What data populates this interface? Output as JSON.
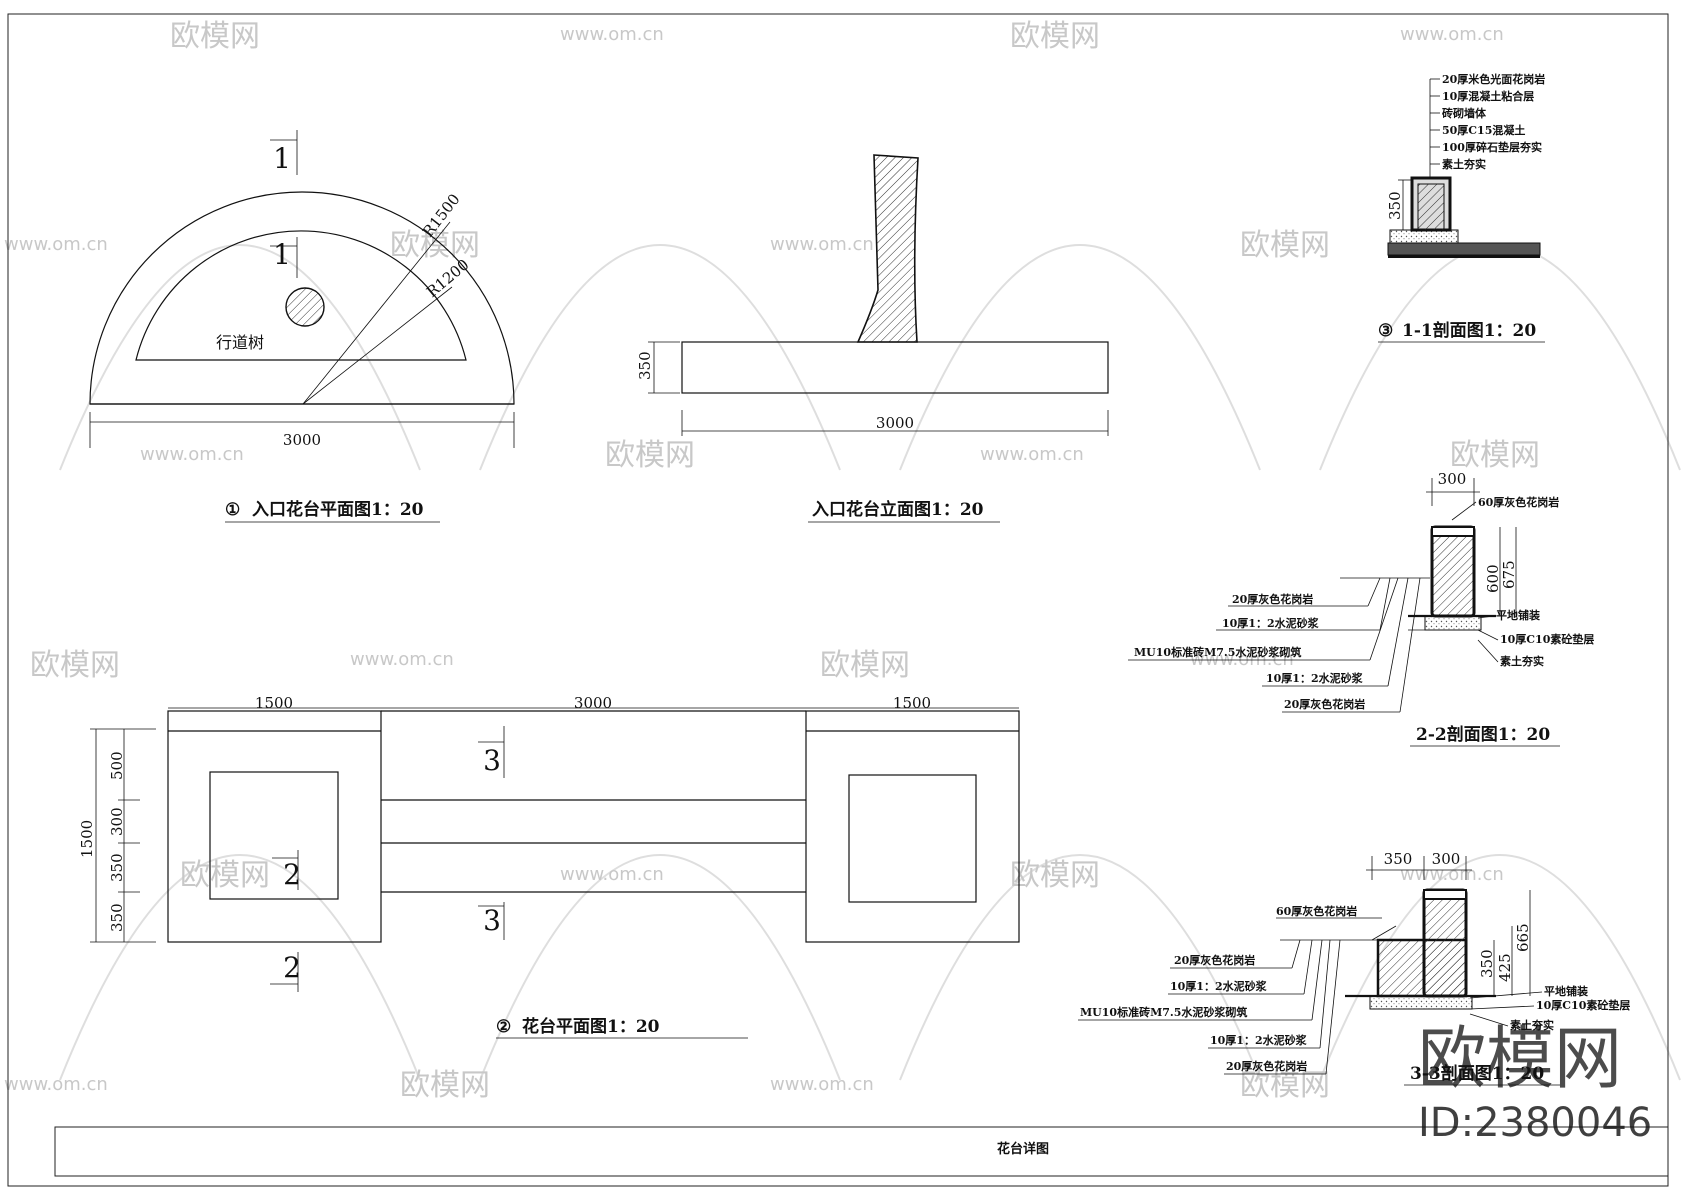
{
  "sheet_title": "花台详图",
  "watermark": {
    "brand": "欧模网",
    "url": "www.om.cn",
    "corner_brand": "欧模网",
    "corner_id": "ID:2380046"
  },
  "plan1": {
    "title": "入口花台平面图1：20",
    "circle_num": "①",
    "section_mark": "1",
    "r_outer": "R1500",
    "r_inner": "R1200",
    "tree_label": "行道树",
    "width": "3000"
  },
  "elevation": {
    "title": "入口花台立面图1：20",
    "height": "350",
    "width": "3000"
  },
  "section11": {
    "title": "1-1剖面图1：20",
    "circle_num": "③",
    "height": "350",
    "layers": [
      "20厚米色光面花岗岩",
      "10厚混凝土粘合层",
      "砖砌墙体",
      "50厚C15混凝土",
      "100厚碎石垫层夯实",
      "素土夯实"
    ]
  },
  "section22": {
    "title": "2-2剖面图1：20",
    "top_dim": "300",
    "dims_right": [
      "600",
      "675"
    ],
    "cap": "60厚灰色花岗岩",
    "left_notes": [
      "20厚灰色花岗岩",
      "10厚1：2水泥砂浆",
      "MU10标准砖M7.5水泥砂浆砌筑",
      "10厚1：2水泥砂浆",
      "20厚灰色花岗岩"
    ],
    "right_notes": [
      "平地铺装",
      "10厚C10素砼垫层",
      "素土夯实"
    ]
  },
  "section33": {
    "title": "3-3剖面图1：20",
    "top_dims": [
      "350",
      "300"
    ],
    "dims_right": [
      "350",
      "425",
      "665"
    ],
    "cap": "60厚灰色花岗岩",
    "left_notes": [
      "20厚灰色花岗岩",
      "10厚1：2水泥砂浆",
      "MU10标准砖M7.5水泥砂浆砌筑",
      "10厚1：2水泥砂浆",
      "20厚灰色花岗岩"
    ],
    "right_notes": [
      "平地铺装",
      "10厚C10素砼垫层",
      "素土夯实"
    ]
  },
  "plan2": {
    "title": "花台平面图1：20",
    "circle_num": "②",
    "top_dims": [
      "1500",
      "3000",
      "1500"
    ],
    "left_total": "1500",
    "left_dims": [
      "500",
      "300",
      "350",
      "350"
    ],
    "sec2": "2",
    "sec3": "3"
  }
}
